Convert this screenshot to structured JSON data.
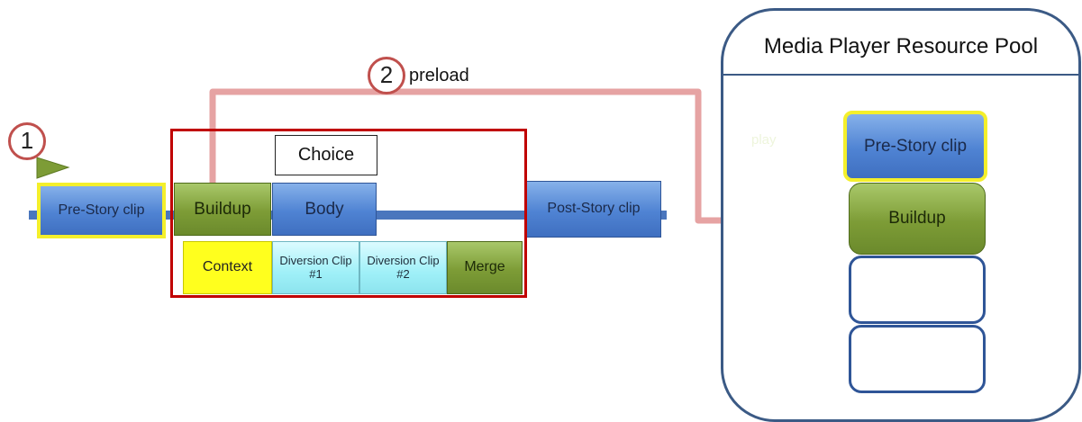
{
  "steps": {
    "one": "1",
    "two": "2",
    "preload": "preload"
  },
  "timeline": {
    "prestory": "Pre-Story clip",
    "buildup": "Buildup",
    "body": "Body",
    "poststory": "Post-Story clip"
  },
  "choice": {
    "label": "Choice",
    "context": "Context",
    "diversion1": "Diversion Clip #1",
    "diversion2": "Diversion Clip #2",
    "merge": "Merge"
  },
  "pool": {
    "title": "Media Player Resource Pool",
    "play": "play",
    "slots": [
      "Pre-Story clip",
      "Buildup",
      "",
      ""
    ]
  },
  "colors": {
    "clip_blue": "#4f83d3",
    "clip_green": "#7d9c36",
    "clip_cyan": "#9ff0f8",
    "context_yellow": "#ffff1e",
    "highlight_yellow": "#f4ef2b",
    "choice_red": "#c00000",
    "preload_arrow": "#e6a3a3",
    "pool_border": "#3b5a85"
  }
}
